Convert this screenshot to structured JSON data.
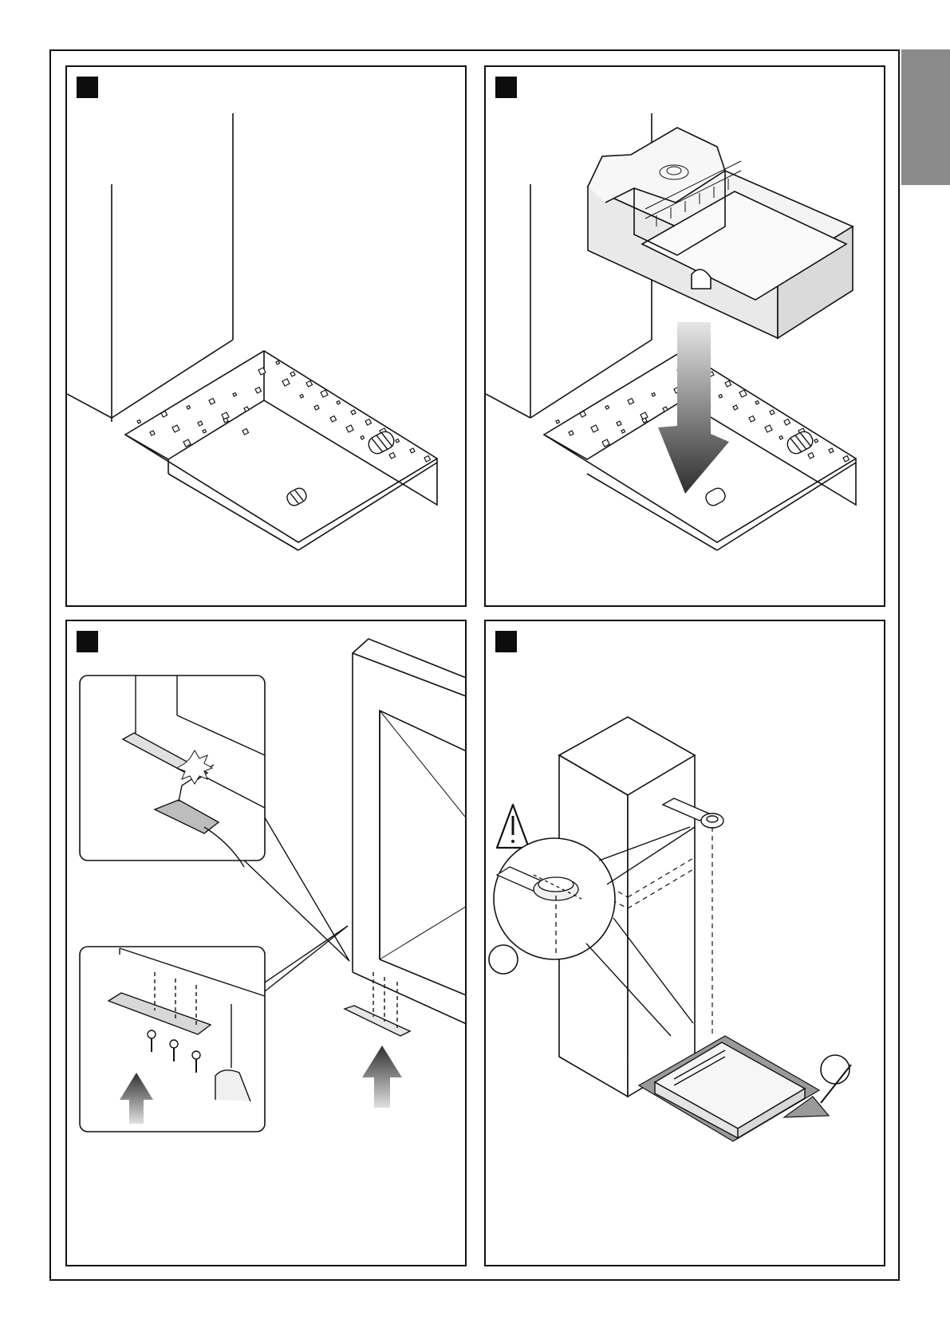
{
  "colors": {
    "line": "#111111",
    "panel_bg": "#ffffff",
    "tab_gray": "#8a8a8a",
    "marker": "#0d0d0d",
    "arrow_dark": "#3a3a3a",
    "arrow_light": "#e6e6e6",
    "mortar_gray": "#9a9a9a"
  },
  "side_tab": {
    "fill_color": "#8a8a8a"
  },
  "panels": [
    {
      "step_marker_text": "",
      "content": "foundation-pit-with-conduits"
    },
    {
      "step_marker_text": "",
      "content": "lowering-foundation-box-into-pit"
    },
    {
      "step_marker_text": "",
      "content": "drilling-and-fixing-bracket-under-gate-leaf"
    },
    {
      "step_marker_text": "",
      "content": "aligning-box-under-gate-hinge-and-cementing"
    }
  ],
  "icons": {
    "panel_4_warning": "warning-triangle-icon",
    "panel_3_arrows": "up-arrow-icon",
    "panel_2_arrow": "down-arrow-icon"
  },
  "callouts": {
    "panel_4_label_a": "",
    "panel_4_label_b": ""
  }
}
